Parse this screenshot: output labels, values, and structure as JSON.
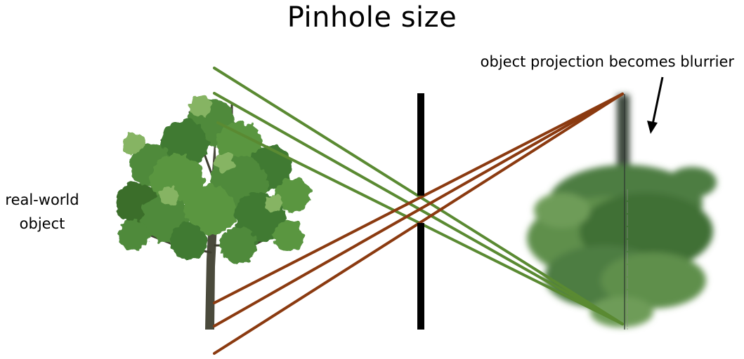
{
  "title": "Pinhole size",
  "labels": {
    "object_line1": "real-world",
    "object_line2": "object",
    "projection": "object projection becomes blurrier"
  },
  "colors": {
    "top_rays": "#5a8a32",
    "bottom_rays": "#8b3a10",
    "barrier": "#000000",
    "foliage_dark": "#2f5e23",
    "foliage_mid": "#4f8a3a",
    "foliage_light": "#86b463",
    "trunk": "#4a4a3c"
  },
  "icons": {
    "tree": "tree-icon",
    "blurred_tree": "blurred-tree-icon",
    "arrow": "arrow-icon"
  }
}
